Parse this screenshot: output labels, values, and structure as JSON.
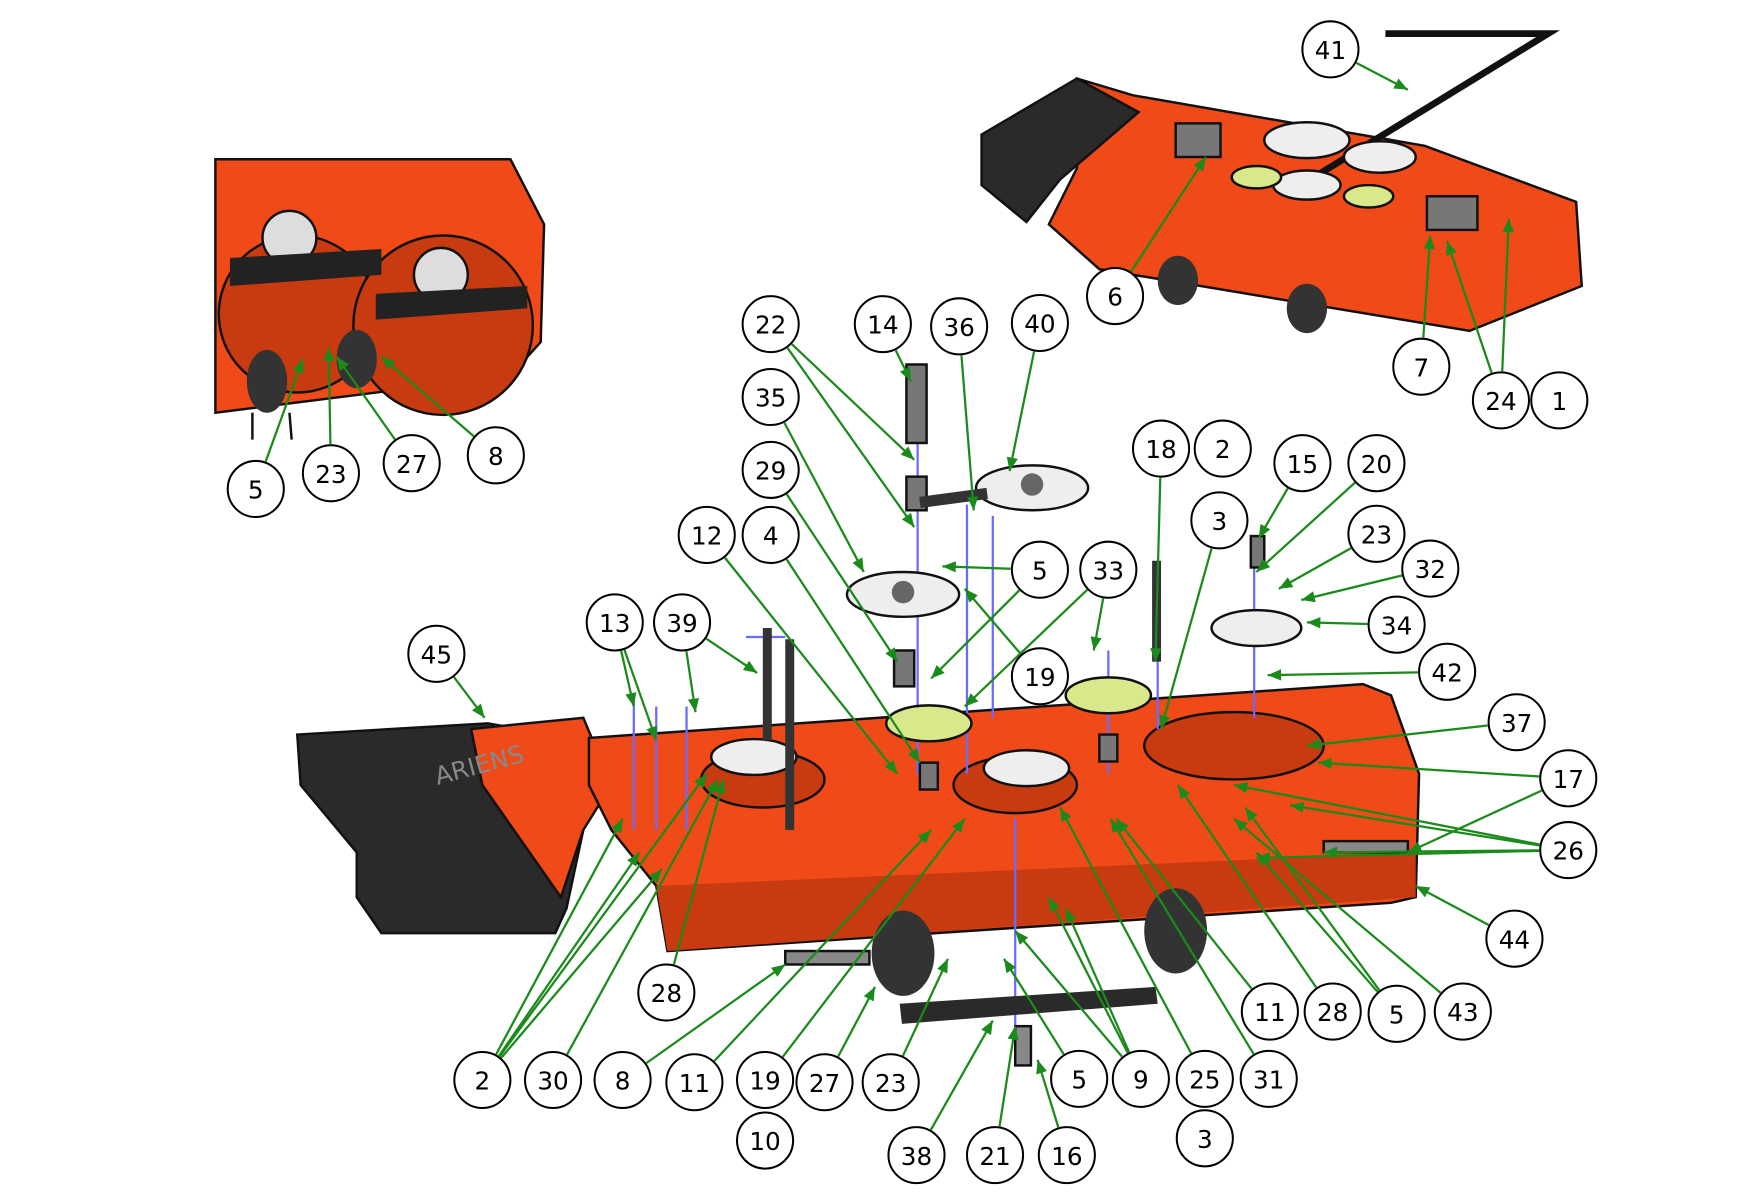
{
  "diagram": {
    "colors": {
      "deck": "#f04a18",
      "deck_shadow": "#c83a10",
      "outline": "#111111",
      "chute": "#2a2a2a",
      "leader": "#1a8a1a",
      "pulley_idler": "#d8e88a",
      "pulley": "#eeeeee",
      "axis_lines": "#6a6aff"
    },
    "logo_text": "ARIENS",
    "callouts": [
      "41",
      "6",
      "7",
      "24",
      "1",
      "5",
      "23",
      "27",
      "8",
      "22",
      "14",
      "36",
      "40",
      "35",
      "29",
      "12",
      "4",
      "18",
      "2",
      "15",
      "20",
      "3",
      "23",
      "32",
      "5",
      "33",
      "34",
      "13",
      "39",
      "42",
      "19",
      "45",
      "37",
      "17",
      "26",
      "44",
      "28",
      "11",
      "28",
      "5",
      "43",
      "2",
      "30",
      "8",
      "11",
      "19",
      "27",
      "23",
      "5",
      "9",
      "25",
      "31",
      "10",
      "38",
      "21",
      "16",
      "3"
    ]
  }
}
